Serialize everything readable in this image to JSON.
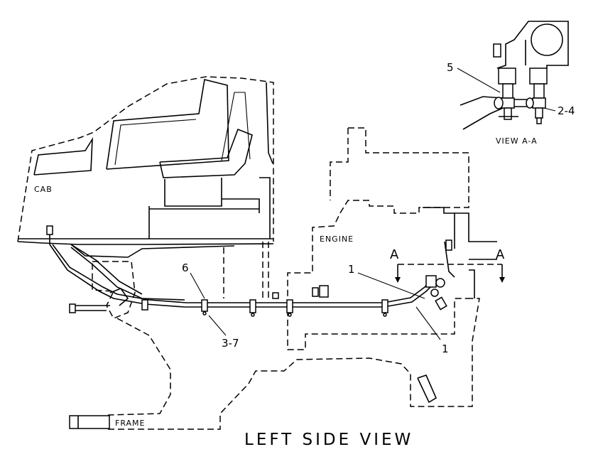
{
  "labels": {
    "cab": "CAB",
    "engine": "ENGINE",
    "frame": "FRAME",
    "view_caption": "VIEW A-A",
    "main_title": "LEFT SIDE VIEW"
  },
  "section_markers": {
    "left": "A",
    "right": "A"
  },
  "callouts": {
    "c1_upper": "1",
    "c1_lower": "1",
    "c6": "6",
    "c3_7": "3-7",
    "c5": "5",
    "c2_4": "2-4"
  }
}
